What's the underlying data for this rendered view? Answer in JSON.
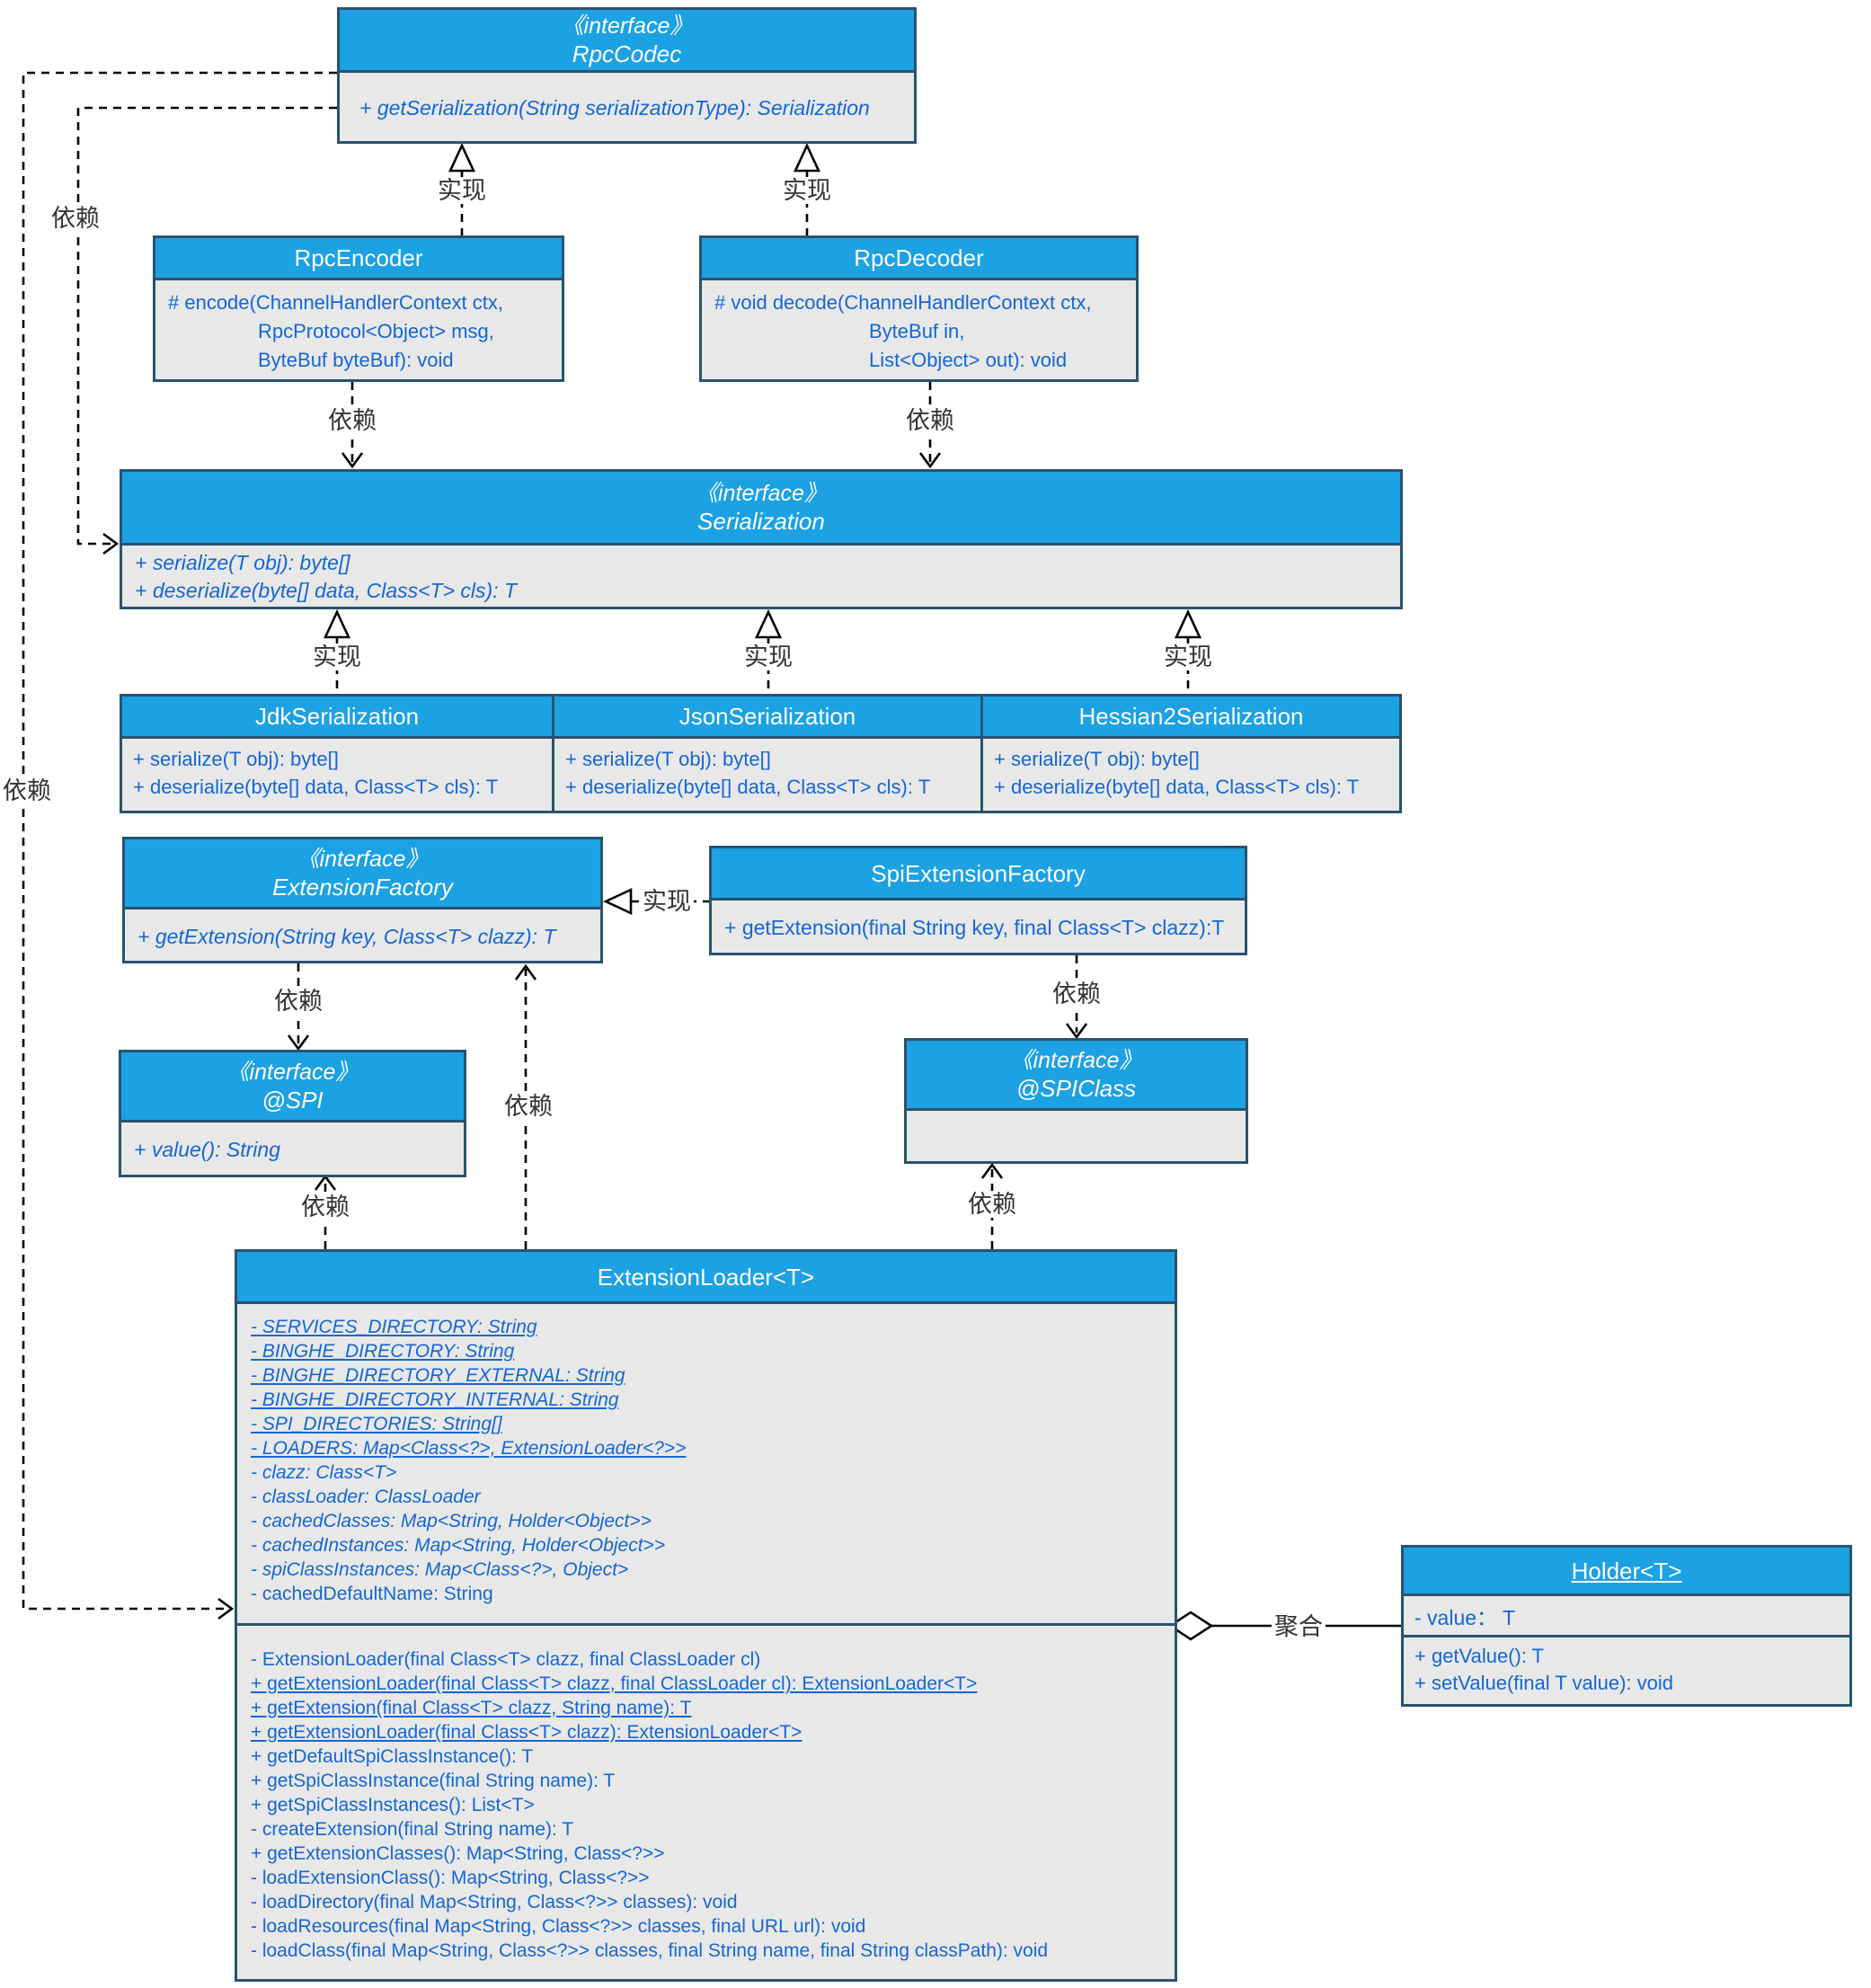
{
  "labels": {
    "realize": "实现",
    "depend": "依赖",
    "aggregate": "聚合"
  },
  "classes": {
    "rpcCodec": {
      "stereotype": "《interface》",
      "name": "RpcCodec",
      "members": [
        {
          "text": "+ getSerialization(String serializationType): Serialization",
          "i": true
        }
      ]
    },
    "rpcEncoder": {
      "name": "RpcEncoder",
      "members": [
        {
          "text": "# encode(ChannelHandlerContext ctx,"
        },
        {
          "text": "RpcProtocol<Object> msg,",
          "ind": true
        },
        {
          "text": "ByteBuf byteBuf): void",
          "ind": true
        }
      ]
    },
    "rpcDecoder": {
      "name": "RpcDecoder",
      "members": [
        {
          "text": "# void decode(ChannelHandlerContext ctx,"
        },
        {
          "text": "ByteBuf in,",
          "ind": true
        },
        {
          "text": "List<Object> out): void",
          "ind": true
        }
      ]
    },
    "serialization": {
      "stereotype": "《interface》",
      "name": "Serialization",
      "members": [
        {
          "text": "+ serialize(T obj): byte[]",
          "i": true
        },
        {
          "text": "+ deserialize(byte[] data, Class<T> cls): T",
          "i": true
        }
      ]
    },
    "jdkSerialization": {
      "name": "JdkSerialization",
      "members": [
        {
          "text": "+ serialize(T obj): byte[]"
        },
        {
          "text": "+ deserialize(byte[] data, Class<T> cls): T"
        }
      ]
    },
    "jsonSerialization": {
      "name": "JsonSerialization",
      "members": [
        {
          "text": "+ serialize(T obj): byte[]"
        },
        {
          "text": "+ deserialize(byte[] data, Class<T> cls): T"
        }
      ]
    },
    "hessian2Serialization": {
      "name": "Hessian2Serialization",
      "members": [
        {
          "text": "+ serialize(T obj): byte[]"
        },
        {
          "text": "+ deserialize(byte[] data, Class<T> cls): T"
        }
      ]
    },
    "extensionFactory": {
      "stereotype": "《interface》",
      "name": "ExtensionFactory",
      "members": [
        {
          "text": "+ getExtension(String key, Class<T> clazz): T",
          "i": true
        }
      ]
    },
    "spiExtensionFactory": {
      "name": "SpiExtensionFactory",
      "members": [
        {
          "text": "+ getExtension(final String key, final Class<T> clazz):T"
        }
      ]
    },
    "spi": {
      "stereotype": "《interface》",
      "name": "@SPI",
      "members": [
        {
          "text": "+ value(): String",
          "i": true
        }
      ]
    },
    "spiClass": {
      "stereotype": "《interface》",
      "name": "@SPIClass",
      "members": []
    },
    "extensionLoader": {
      "name": "ExtensionLoader<T>",
      "fields": [
        {
          "text": "- SERVICES_DIRECTORY: String",
          "u": true,
          "i": true
        },
        {
          "text": "- BINGHE_DIRECTORY: String",
          "u": true,
          "i": true
        },
        {
          "text": "- BINGHE_DIRECTORY_EXTERNAL: String",
          "u": true,
          "i": true
        },
        {
          "text": "- BINGHE_DIRECTORY_INTERNAL: String",
          "u": true,
          "i": true
        },
        {
          "text": "- SPI_DIRECTORIES: String[]",
          "u": true,
          "i": true
        },
        {
          "text": "- LOADERS: Map<Class<?>, ExtensionLoader<?>>",
          "u": true,
          "i": true
        },
        {
          "text": "- clazz: Class<T>",
          "i": true
        },
        {
          "text": "- classLoader: ClassLoader",
          "i": true
        },
        {
          "text": "- cachedClasses: Map<String, Holder<Object>>",
          "i": true
        },
        {
          "text": "- cachedInstances: Map<String, Holder<Object>>",
          "i": true
        },
        {
          "text": "- spiClassInstances: Map<Class<?>, Object>",
          "i": true
        },
        {
          "text": "- cachedDefaultName: String"
        }
      ],
      "methods": [
        {
          "text": "- ExtensionLoader(final Class<T> clazz, final ClassLoader cl)"
        },
        {
          "text": "+ getExtensionLoader(final Class<T> clazz, final ClassLoader cl): ExtensionLoader<T>",
          "u": true
        },
        {
          "text": "+ getExtension(final Class<T> clazz, String name): T",
          "u": true
        },
        {
          "text": "+ getExtensionLoader(final Class<T> clazz): ExtensionLoader<T>",
          "u": true
        },
        {
          "text": "+ getDefaultSpiClassInstance(): T"
        },
        {
          "text": "+ getSpiClassInstance(final String name): T"
        },
        {
          "text": "+ getSpiClassInstances(): List<T>"
        },
        {
          "text": "- createExtension(final String name): T"
        },
        {
          "text": "+ getExtensionClasses(): Map<String, Class<?>>"
        },
        {
          "text": "- loadExtensionClass(): Map<String, Class<?>>"
        },
        {
          "text": "- loadDirectory(final Map<String, Class<?>> classes): void"
        },
        {
          "text": "- loadResources(final Map<String, Class<?>> classes, final URL url): void"
        },
        {
          "text": "- loadClass(final Map<String, Class<?>> classes, final String name, final String classPath): void"
        }
      ]
    },
    "holder": {
      "name": "Holder<T>",
      "field": "- value： T",
      "methods": [
        {
          "text": "+ getValue(): T"
        },
        {
          "text": "+ setValue(final T value): void"
        }
      ]
    }
  },
  "colors": {
    "header_blue": "#1ca1e3",
    "border": "#29536e",
    "body_gray": "#e8e8e8",
    "member_text": "#1566d4"
  }
}
